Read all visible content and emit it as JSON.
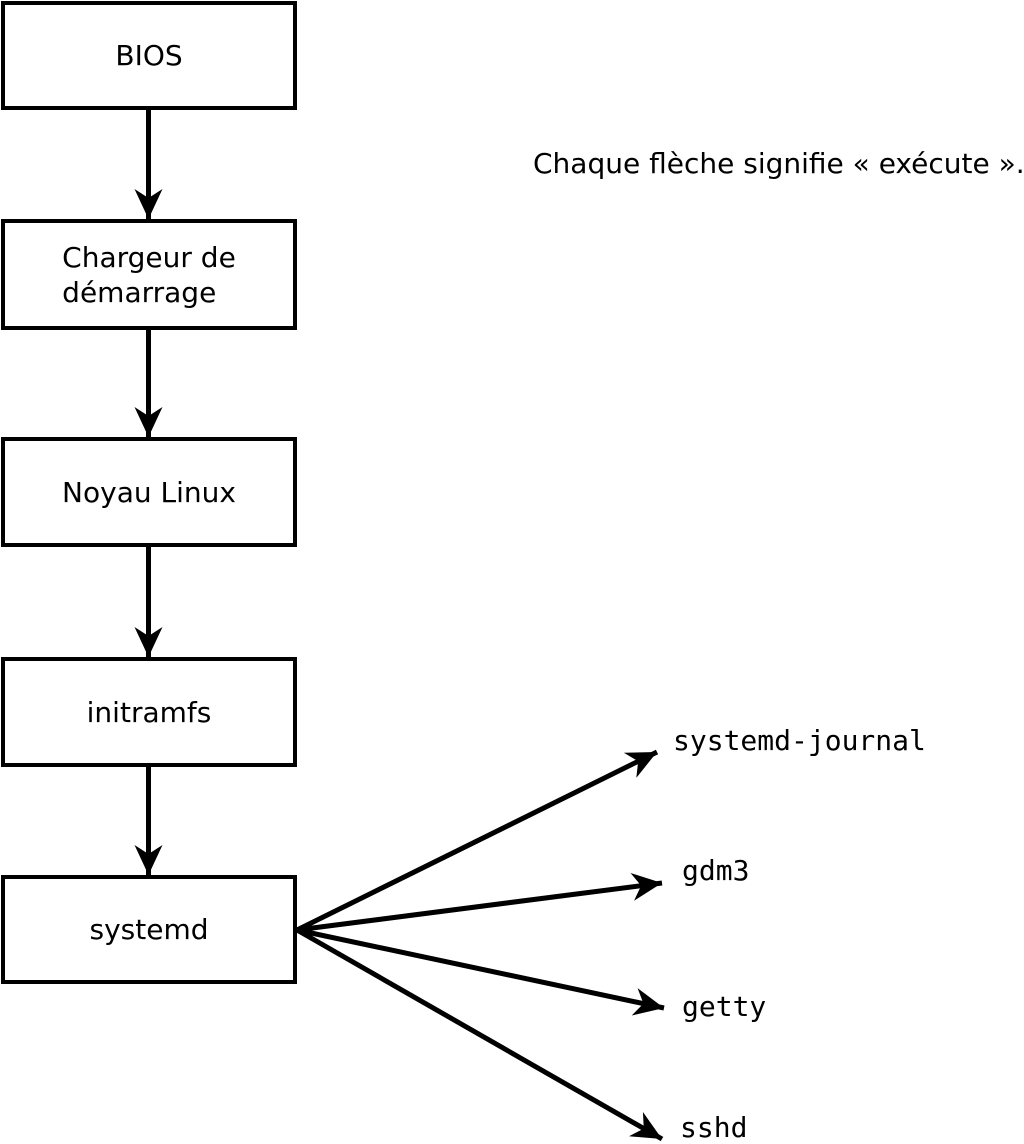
{
  "colors": {
    "line": "#000000",
    "background": "#ffffff",
    "box_fill": "#ffffff"
  },
  "annotation": {
    "text": "Chaque flèche signifie « exécute »."
  },
  "flow": {
    "boxes": [
      {
        "id": "bios",
        "label": "BIOS"
      },
      {
        "id": "bootloader",
        "label": "Chargeur de\ndémarrage"
      },
      {
        "id": "kernel",
        "label": "Noyau Linux"
      },
      {
        "id": "initramfs",
        "label": "initramfs"
      },
      {
        "id": "systemd",
        "label": "systemd"
      }
    ],
    "edges": [
      {
        "from": "BIOS",
        "to": "Chargeur de démarrage"
      },
      {
        "from": "Chargeur de démarrage",
        "to": "Noyau Linux"
      },
      {
        "from": "Noyau Linux",
        "to": "initramfs"
      },
      {
        "from": "initramfs",
        "to": "systemd"
      },
      {
        "from": "systemd",
        "to": "systemd-journal"
      },
      {
        "from": "systemd",
        "to": "gdm3"
      },
      {
        "from": "systemd",
        "to": "getty"
      },
      {
        "from": "systemd",
        "to": "sshd"
      }
    ]
  },
  "processes": [
    {
      "label": "systemd-journal"
    },
    {
      "label": "gdm3"
    },
    {
      "label": "getty"
    },
    {
      "label": "sshd"
    }
  ]
}
